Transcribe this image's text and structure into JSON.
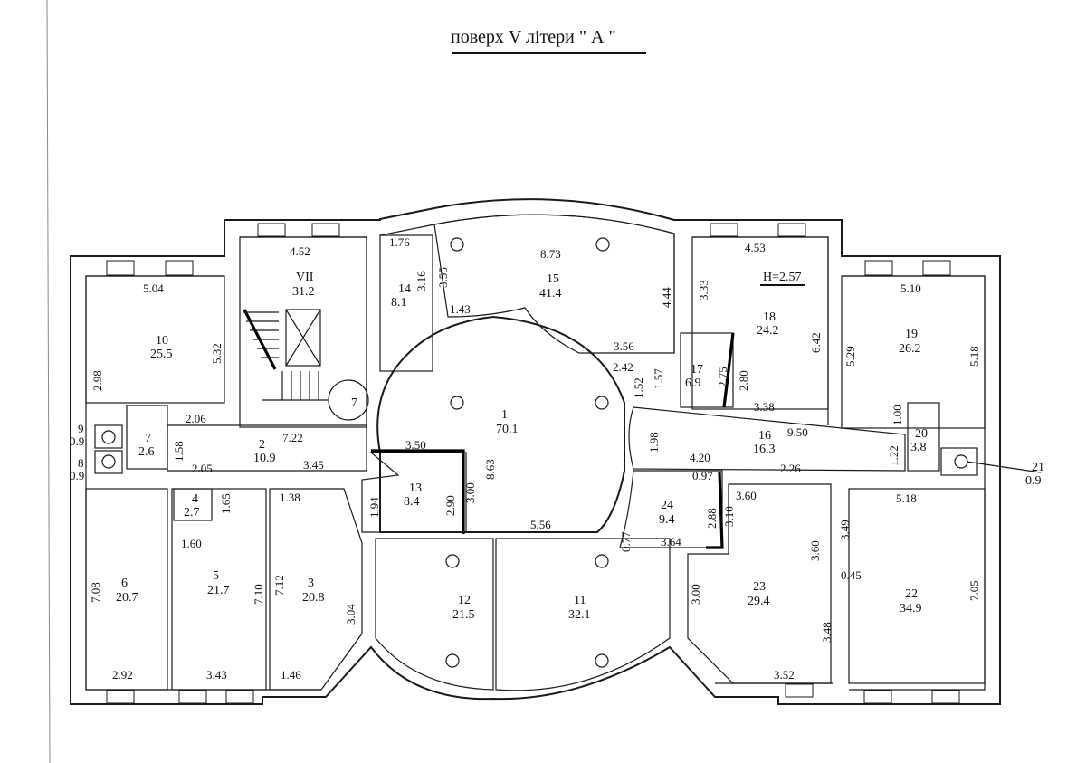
{
  "title": "поверх V літери \"  А \"",
  "height_label": "H=2.57",
  "rooms": [
    {
      "id": "room-1",
      "num": "1",
      "area": "70.1"
    },
    {
      "id": "room-2",
      "num": "2",
      "area": "10.9"
    },
    {
      "id": "room-3",
      "num": "3",
      "area": "20.8"
    },
    {
      "id": "room-4",
      "num": "4",
      "area": "2.7"
    },
    {
      "id": "room-5",
      "num": "5",
      "area": "21.7"
    },
    {
      "id": "room-6",
      "num": "6",
      "area": "20.7"
    },
    {
      "id": "room-7",
      "num": "7",
      "area": "2.6"
    },
    {
      "id": "room-8",
      "num": "8",
      "area": "0.9"
    },
    {
      "id": "room-9",
      "num": "9",
      "area": "0.9"
    },
    {
      "id": "room-10",
      "num": "10",
      "area": "25.5"
    },
    {
      "id": "room-11",
      "num": "11",
      "area": "32.1"
    },
    {
      "id": "room-12",
      "num": "12",
      "area": "21.5"
    },
    {
      "id": "room-13",
      "num": "13",
      "area": "8.4"
    },
    {
      "id": "room-14",
      "num": "14",
      "area": "8.1"
    },
    {
      "id": "room-15",
      "num": "15",
      "area": "41.4"
    },
    {
      "id": "room-16",
      "num": "16",
      "area": "16.3"
    },
    {
      "id": "room-17",
      "num": "17",
      "area": "6.9"
    },
    {
      "id": "room-18",
      "num": "18",
      "area": "24.2"
    },
    {
      "id": "room-19",
      "num": "19",
      "area": "26.2"
    },
    {
      "id": "room-20",
      "num": "20",
      "area": "3.8"
    },
    {
      "id": "room-21",
      "num": "21",
      "area": "0.9"
    },
    {
      "id": "room-22",
      "num": "22",
      "area": "34.9"
    },
    {
      "id": "room-23",
      "num": "23",
      "area": "29.4"
    },
    {
      "id": "room-24",
      "num": "24",
      "area": "9.4"
    },
    {
      "id": "room-VII",
      "num": "VII",
      "area": "31.2"
    }
  ],
  "stair_marker": "7",
  "dimensions": [
    "4.52",
    "1.76",
    "3.55",
    "3.16",
    "8.73",
    "4.53",
    "4.44",
    "3.33",
    "5.04",
    "5.32",
    "2.98",
    "1.43",
    "3.56",
    "2.42",
    "1.52",
    "1.57",
    "2.75",
    "2.80",
    "6.42",
    "5.10",
    "5.29",
    "5.18",
    "2.06",
    "7.22",
    "1.58",
    "2.05",
    "3.45",
    "3.50",
    "8.63",
    "1.98",
    "3.38",
    "9.50",
    "1.00",
    "1.22",
    "4.20",
    "0.97",
    "2.26",
    "1.94",
    "2.90",
    "3.00",
    "5.56",
    "3.60",
    "2.88",
    "3.10",
    "0.77",
    "3.64",
    "5.18",
    "3.49",
    "0.45",
    "7.05",
    "1.65",
    "1.38",
    "1.60",
    "7.08",
    "7.10",
    "7.12",
    "3.04",
    "3.00",
    "3.60",
    "3.48",
    "2.92",
    "3.43",
    "1.46",
    "3.52"
  ]
}
